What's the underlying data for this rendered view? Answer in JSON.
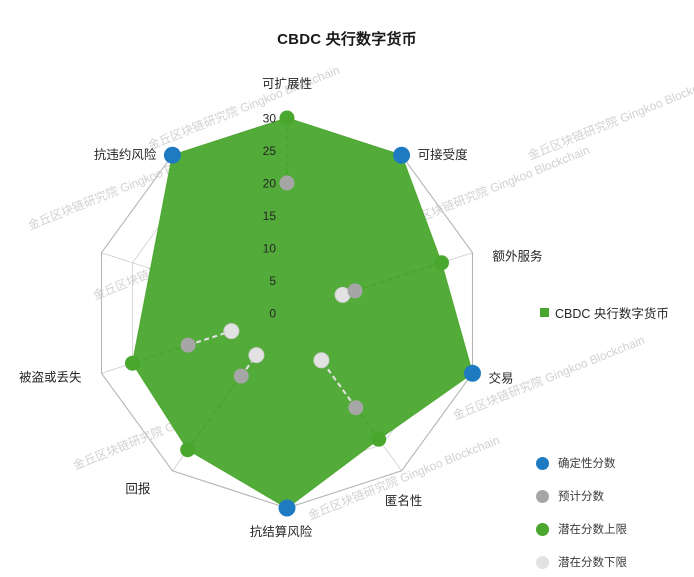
{
  "title": "CBDC 央行数字货币",
  "colors": {
    "certain": "#1f7bc1",
    "expected": "#a6a6a6",
    "potential_upper": "#4aa72e",
    "potential_lower": "#e2e2e2",
    "fill": "#4aa72e",
    "grid": "#a8a8a8",
    "text": "#262626",
    "watermark": "#c9c9c9"
  },
  "legend_main": {
    "label": "CBDC 央行数字货币",
    "swatch_color": "#4aa72e"
  },
  "legend_items": [
    {
      "label": "确定性分数",
      "color": "#1f7bc1"
    },
    {
      "label": "预计分数",
      "color": "#a6a6a6"
    },
    {
      "label": "潜在分数上限",
      "color": "#4aa72e"
    },
    {
      "label": "潜在分数下限",
      "color": "#e2e2e2"
    }
  ],
  "watermark_text": "金丘区块链研究院 Gingkoo Blockchain",
  "chart_data": {
    "type": "radar",
    "title": "CBDC 央行数字货币",
    "radial_ticks": [
      0,
      5,
      10,
      15,
      20,
      25,
      30
    ],
    "rlim": [
      0,
      30
    ],
    "grid": true,
    "legend_position": "right",
    "categories": [
      "可扩展性",
      "可接受度",
      "额外服务",
      "交易",
      "匿名性",
      "抗结算风险",
      "回报",
      "被盗或丢失",
      "抗违约风险"
    ],
    "series": [
      {
        "name": "确定性分数",
        "color": "#1f7bc1",
        "values": [
          null,
          30,
          null,
          30,
          null,
          30,
          null,
          null,
          30
        ]
      },
      {
        "name": "预计分数",
        "color": "#a6a6a6",
        "values": [
          20,
          null,
          11,
          null,
          18,
          null,
          12,
          16,
          null
        ]
      },
      {
        "name": "潜在分数上限",
        "color": "#4aa72e",
        "values": [
          30,
          30,
          25,
          30,
          24,
          30,
          26,
          25,
          30
        ]
      },
      {
        "name": "潜在分数下限",
        "color": "#e2e2e2",
        "values": [
          null,
          null,
          9,
          null,
          9,
          null,
          8,
          9,
          null
        ]
      }
    ],
    "filled_series": "潜在分数上限"
  }
}
